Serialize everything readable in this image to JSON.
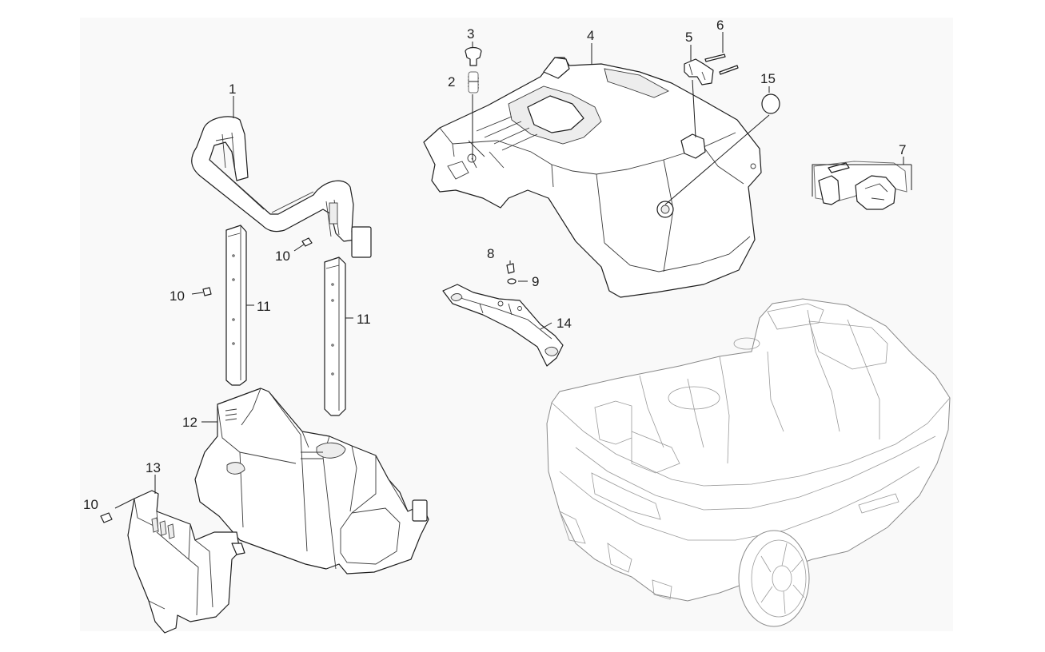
{
  "callouts": [
    {
      "id": "c1",
      "text": "1"
    },
    {
      "id": "c2",
      "text": "2"
    },
    {
      "id": "c3",
      "text": "3"
    },
    {
      "id": "c4",
      "text": "4"
    },
    {
      "id": "c5",
      "text": "5"
    },
    {
      "id": "c6",
      "text": "6"
    },
    {
      "id": "c7",
      "text": "7"
    },
    {
      "id": "c8",
      "text": "8"
    },
    {
      "id": "c9",
      "text": "9"
    },
    {
      "id": "c10a",
      "text": "10"
    },
    {
      "id": "c10b",
      "text": "10"
    },
    {
      "id": "c10c",
      "text": "10"
    },
    {
      "id": "c11a",
      "text": "11"
    },
    {
      "id": "c11b",
      "text": "11"
    },
    {
      "id": "c12",
      "text": "12"
    },
    {
      "id": "c13",
      "text": "13"
    },
    {
      "id": "c14",
      "text": "14"
    },
    {
      "id": "c15",
      "text": "15"
    }
  ],
  "colors": {
    "line": "#1e1e1e",
    "panel": "#f9f9f9",
    "base_outline": "#8a8a8a"
  }
}
